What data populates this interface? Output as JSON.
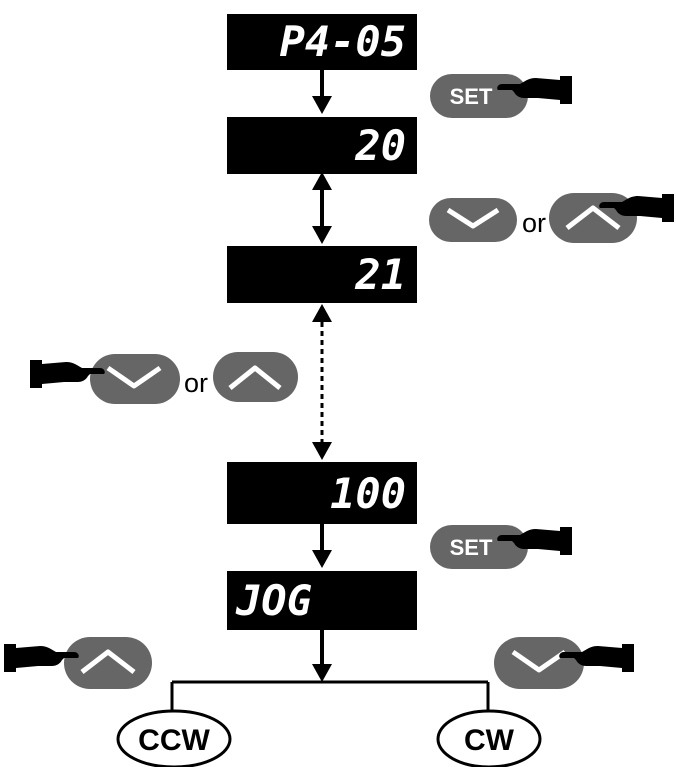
{
  "displays": {
    "param": "P4-05",
    "value_20": "20",
    "value_21": "21",
    "value_100": "100",
    "jog": "JOG"
  },
  "buttons": {
    "set": "SET",
    "or": "or"
  },
  "directions": {
    "ccw": "CCW",
    "cw": "CW"
  },
  "colors": {
    "display_bg": "#000000",
    "display_text": "#ffffff",
    "button_bg": "#666666",
    "button_arrow": "#ffffff",
    "hand_cuff": "#bfbfbf"
  },
  "icons": {
    "down": "chevron-down-icon",
    "up": "chevron-up-icon",
    "hand": "pointing-hand-icon"
  }
}
